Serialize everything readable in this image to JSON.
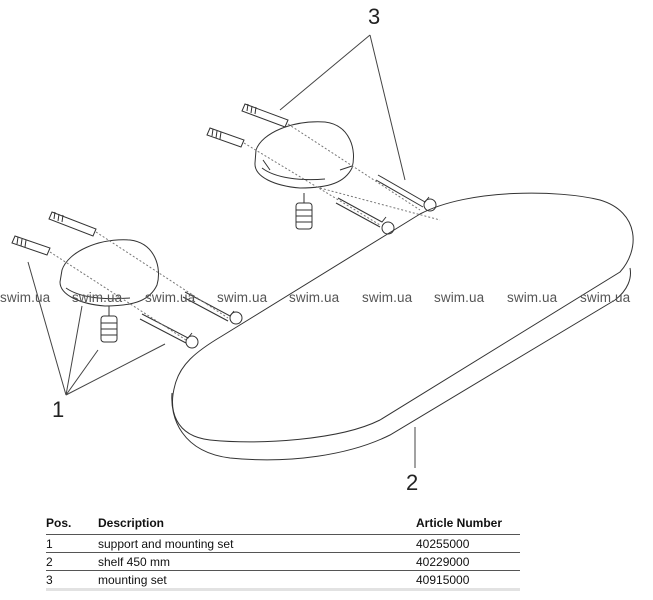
{
  "diagram": {
    "title": "Exploded view: shelf 450 mm with supports and mounting set",
    "position_labels": [
      "1",
      "2",
      "3"
    ],
    "watermark_text": "swim.ua",
    "watermark_count": 9
  },
  "parts_table": {
    "headers": {
      "pos": "Pos.",
      "description": "Description",
      "article": "Article Number"
    },
    "rows": [
      {
        "pos": "1",
        "description": "support and mounting set",
        "article": "40255000"
      },
      {
        "pos": "2",
        "description": "shelf 450 mm",
        "article": "40229000"
      },
      {
        "pos": "3",
        "description": "mounting set",
        "article": "40915000"
      }
    ]
  }
}
